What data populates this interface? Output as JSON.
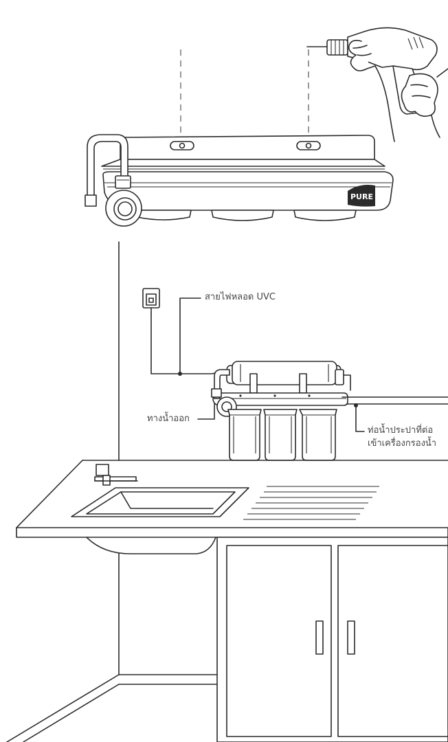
{
  "labels": {
    "uvc_cable": "สายไฟหลอด UVC",
    "water_outlet": "ทางน้ำออก",
    "tap_pipe_line1": "ท่อน้ำประปาที่ต่อ",
    "tap_pipe_line2": "เข้าเครื่องกรองน้ำ"
  },
  "brand": {
    "logo": "PURE"
  },
  "colors": {
    "line": "#2a2a2a",
    "label_text": "#444444",
    "background": "#ffffff"
  }
}
